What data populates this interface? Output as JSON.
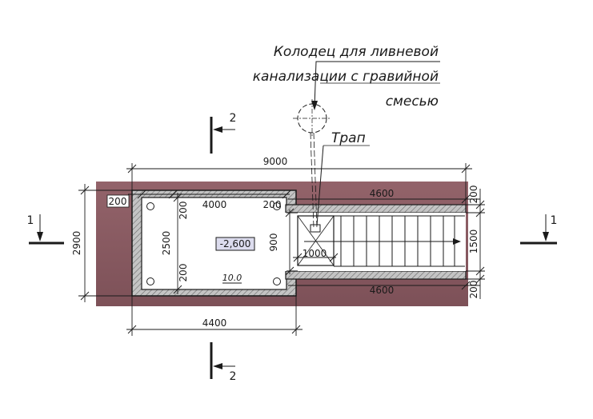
{
  "callout": {
    "line1": "Колодец для ливневой",
    "line2": "канализации с гравийной",
    "line3": "смесью"
  },
  "drain_label": "Трап",
  "elevation_label": "-2,600",
  "floor_mark": "10.0",
  "section_marks": {
    "left": "1",
    "right": "1",
    "top": "2",
    "bottom": "2"
  },
  "dimensions": {
    "overall_length": "9000",
    "pit_length": "4400",
    "overall_width": "2900",
    "wall_top_left": "200",
    "pit_inner_length": "4000",
    "wall_top_right": "200",
    "pit_inner_width": "2500",
    "wall_left_upper": "200",
    "wall_left_lower": "200",
    "opening": "900",
    "landing": "1000",
    "stair_top_wall": "4600",
    "stair_bottom_wall": "4600",
    "stair_width": "1500",
    "stair_wall_top": "200",
    "stair_wall_bottom": "200"
  },
  "colors": {
    "ground": "#8a5a60",
    "wall_fill": "#b8b8b8",
    "line": "#1a1a1a",
    "label_highlight": "#dcdcee"
  }
}
